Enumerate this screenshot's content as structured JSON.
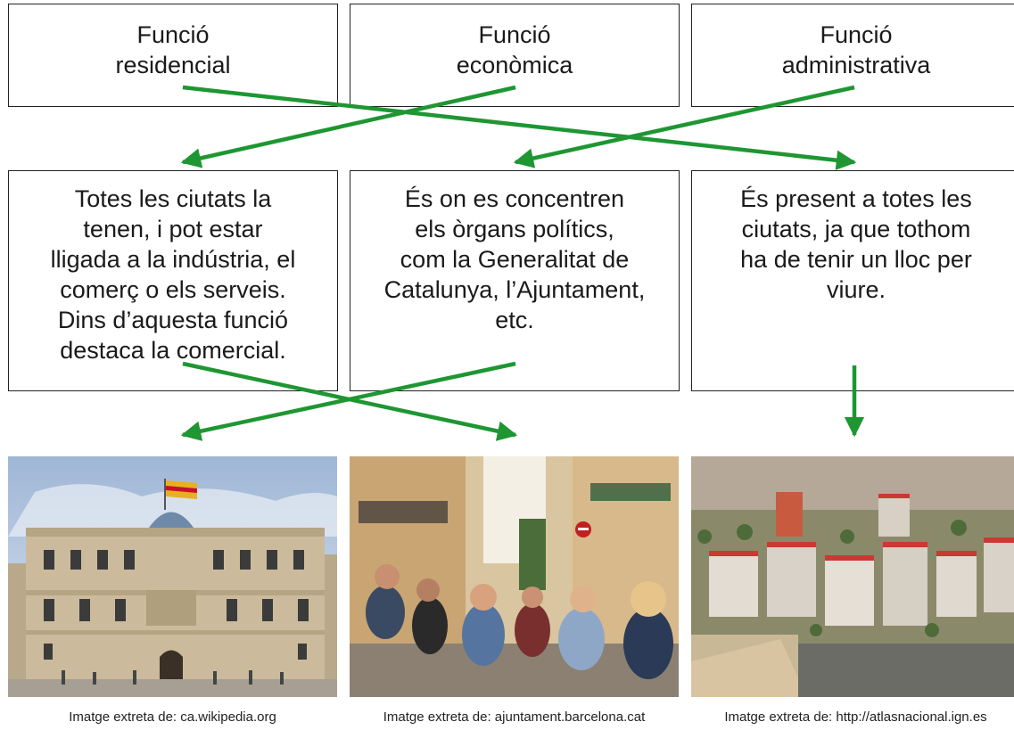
{
  "functions": [
    {
      "title_line1": "Funció",
      "title_line2": "residencial"
    },
    {
      "title_line1": "Funció",
      "title_line2": "econòmica"
    },
    {
      "title_line1": "Funció",
      "title_line2": "administrativa"
    }
  ],
  "descriptions": [
    {
      "lines": [
        "Totes les ciutats la",
        "tenen, i pot estar",
        "lligada a la indústria, el",
        "comerç o els serveis.",
        "Dins d’aquesta funció",
        "destaca la comercial."
      ]
    },
    {
      "lines": [
        "És on es concentren",
        "els òrgans polítics,",
        "com la Generalitat de",
        "Catalunya, l’Ajuntament,",
        "etc."
      ]
    },
    {
      "lines": [
        "És present a totes les",
        "ciutats, ja que tothom",
        "ha de tenir un lloc per",
        "viure."
      ]
    }
  ],
  "captions": [
    "Imatge extreta de: ca.wikipedia.org",
    "Imatge extreta de: ajuntament.barcelona.cat",
    "Imatge extreta de: http://atlasnacional.ign.es"
  ],
  "colors": {
    "arrow": "#1e9632",
    "border": "#222222"
  }
}
